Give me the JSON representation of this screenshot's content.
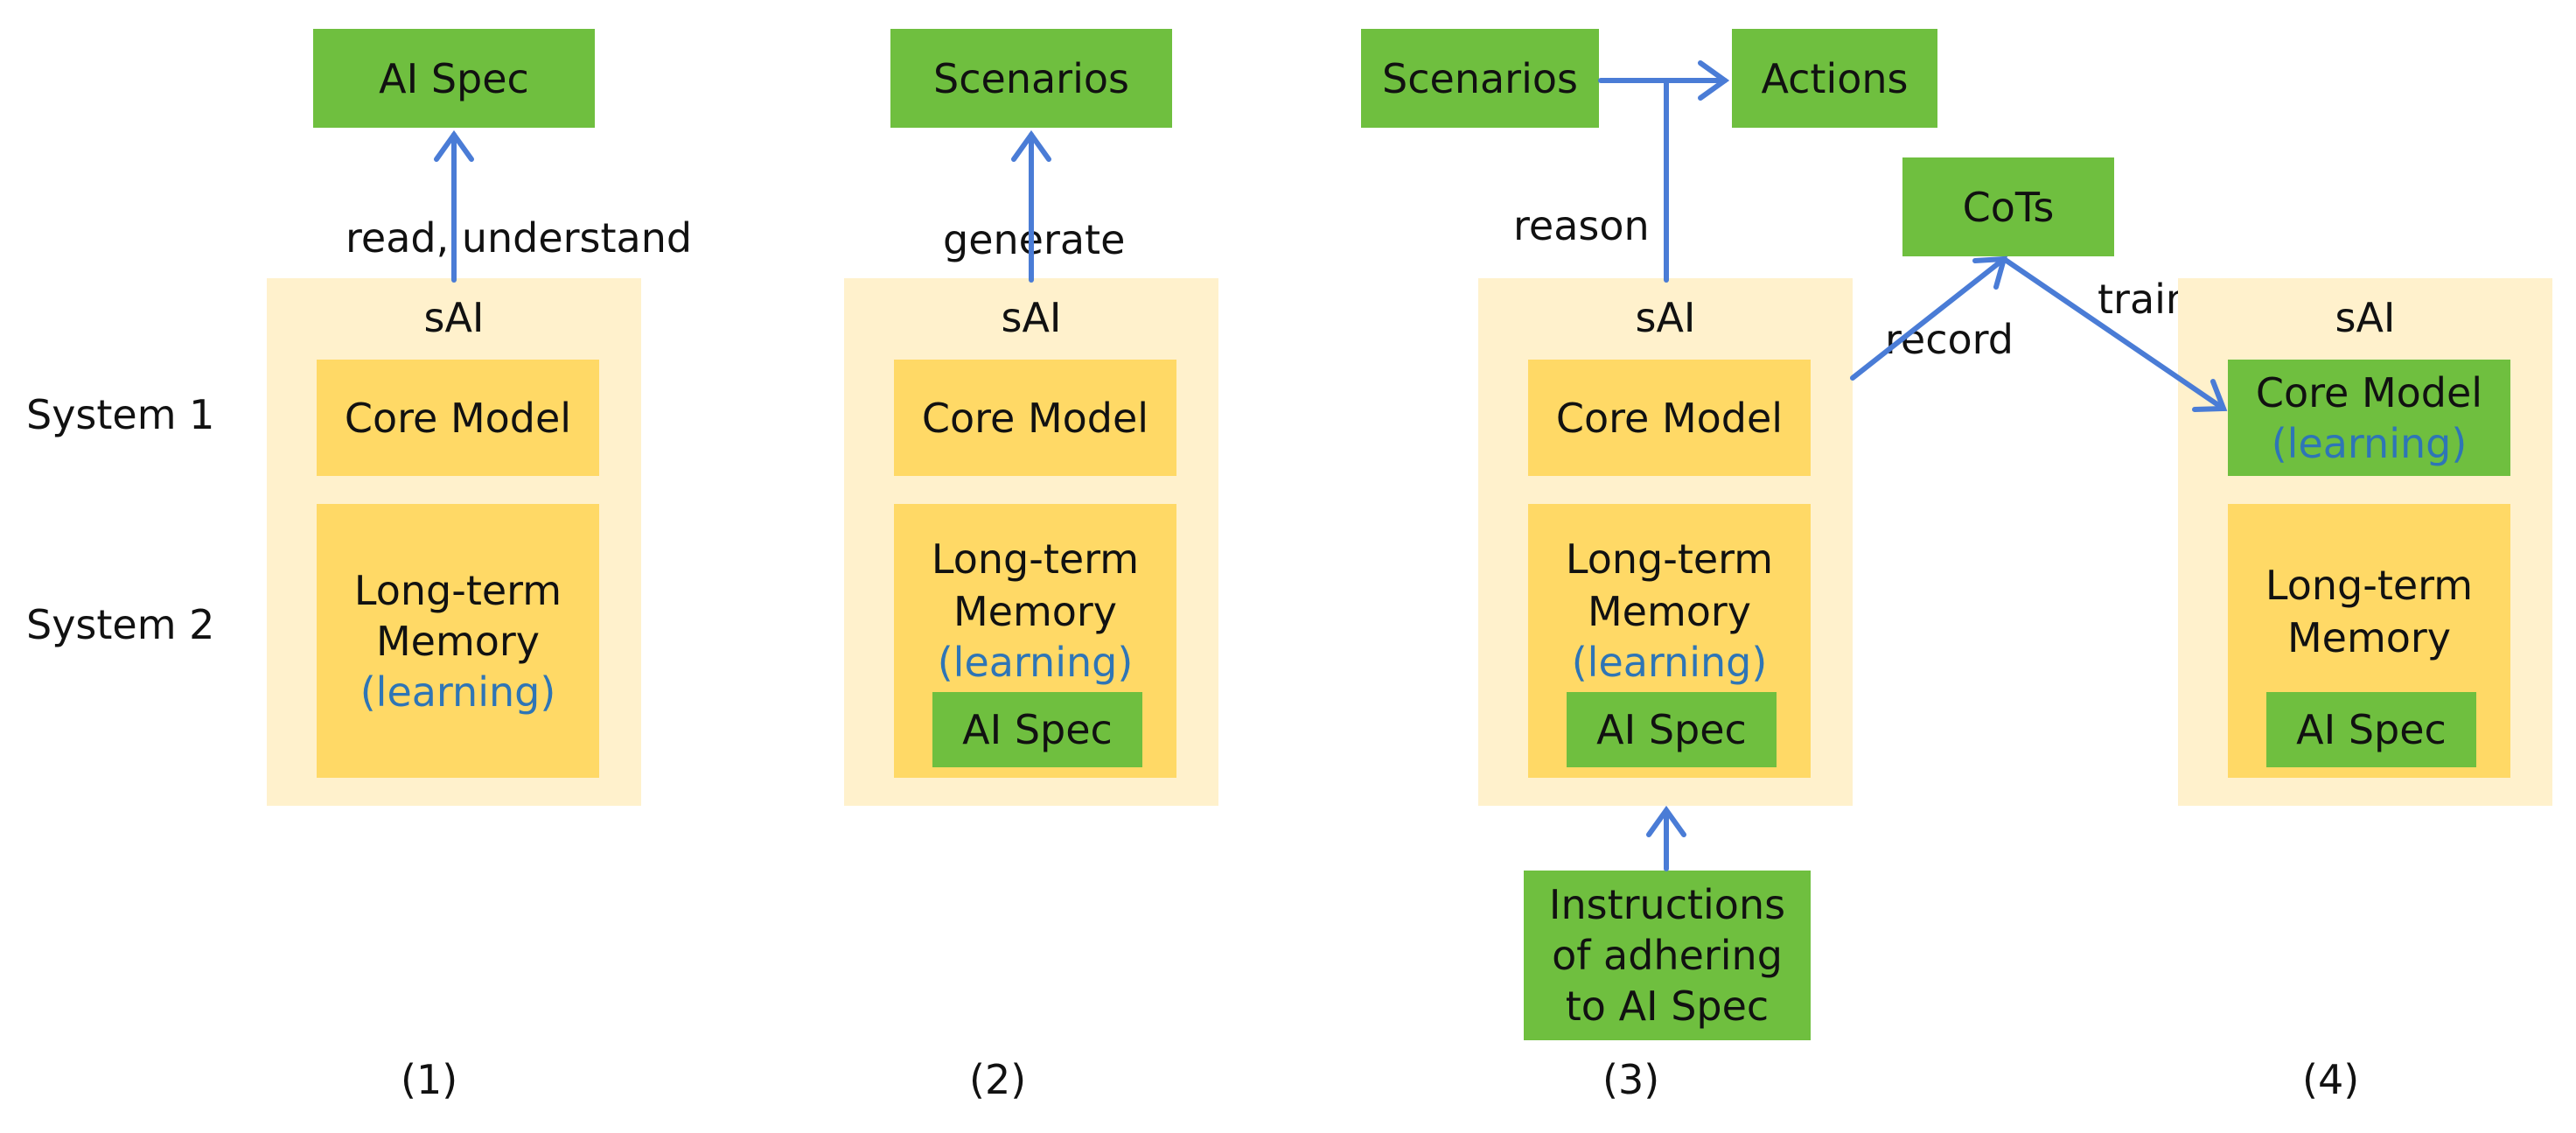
{
  "colors": {
    "outer_box": "#FFF1CC",
    "yellow_box": "#FFD966",
    "green_box": "#6FBF3F",
    "arrow": "#4A7CD6",
    "learning_text": "#2E75B6"
  },
  "side_labels": {
    "system1": "System 1",
    "system2": "System 2"
  },
  "panel1": {
    "top_box": "AI Spec",
    "arrow_label": "read, understand",
    "sai_title": "sAI",
    "core_model": "Core Model",
    "memory_line1": "Long-term",
    "memory_line2": "Memory",
    "memory_learning": "(learning)",
    "caption": "(1)"
  },
  "panel2": {
    "top_box": "Scenarios",
    "arrow_label": "generate",
    "sai_title": "sAI",
    "core_model": "Core Model",
    "memory_line1": "Long-term",
    "memory_line2": "Memory",
    "memory_learning": "(learning)",
    "spec_box": "AI Spec",
    "caption": "(2)"
  },
  "panel3": {
    "scenarios_box": "Scenarios",
    "actions_box": "Actions",
    "reason_label": "reason",
    "cots_box": "CoTs",
    "record_label": "record",
    "train_label": "train",
    "sai_title": "sAI",
    "core_model": "Core Model",
    "memory_line1": "Long-term",
    "memory_line2": "Memory",
    "memory_learning": "(learning)",
    "spec_box": "AI Spec",
    "instructions_line1": "Instructions",
    "instructions_line2": "of adhering",
    "instructions_line3": "to AI Spec",
    "caption": "(3)"
  },
  "panel4": {
    "sai_title": "sAI",
    "core_model": "Core Model",
    "core_learning": "(learning)",
    "memory_line1": "Long-term",
    "memory_line2": "Memory",
    "spec_box": "AI Spec",
    "caption": "(4)"
  }
}
